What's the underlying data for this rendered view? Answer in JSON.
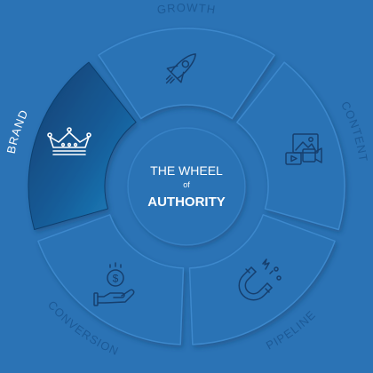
{
  "colors": {
    "background": "#2b73b5",
    "segment": "#2b73b5",
    "segment_highlight": "#3c88cc",
    "segment_shadow": "#1d5a94",
    "active_dark": "#0f3f70",
    "active_light": "#1f87c4",
    "label": "#1c5a97",
    "active_label": "#ffffff",
    "icon": "#163f6e",
    "center_text": "#ffffff"
  },
  "center": {
    "line1": "THE WHEEL",
    "line2": "of",
    "line3": "AUTHORITY"
  },
  "segments": [
    {
      "id": "growth",
      "label": "GROWTH",
      "icon": "rocket-icon",
      "active": false
    },
    {
      "id": "content",
      "label": "CONTENT",
      "icon": "media-gallery-icon",
      "active": false
    },
    {
      "id": "pipeline",
      "label": "PIPELINE",
      "icon": "magnet-icon",
      "active": false
    },
    {
      "id": "conversion",
      "label": "CONVERSION",
      "icon": "hand-coin-icon",
      "active": false
    },
    {
      "id": "brand",
      "label": "BRAND",
      "icon": "crown-icon",
      "active": true
    }
  ]
}
